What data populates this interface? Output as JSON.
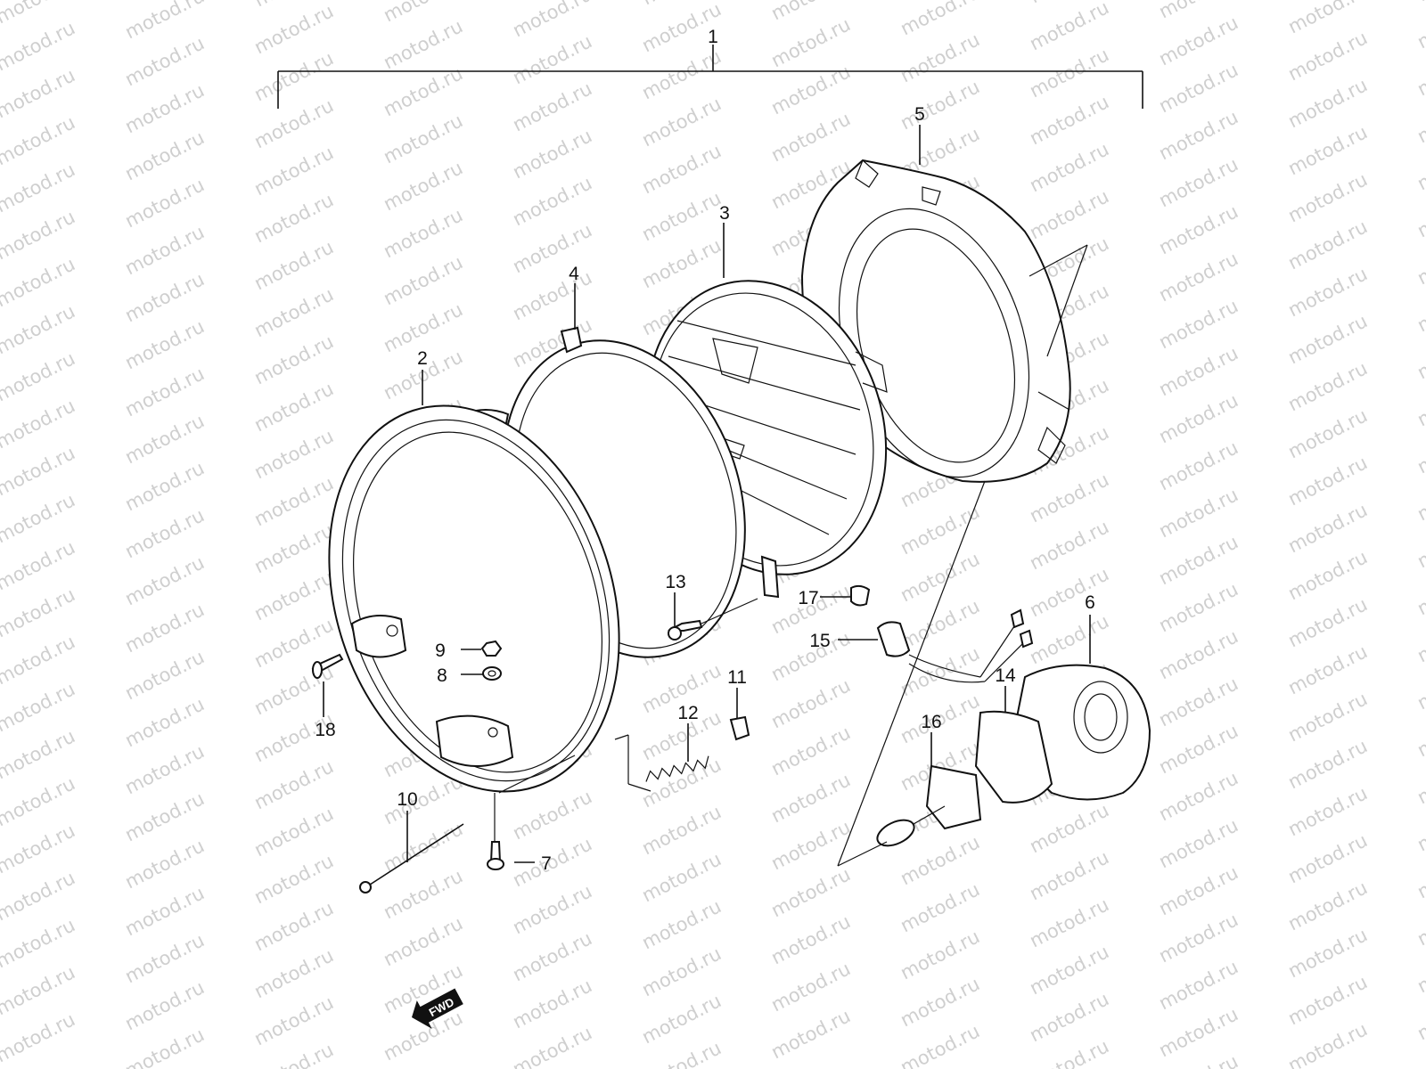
{
  "watermark": {
    "text": "motod.ru"
  },
  "callouts": [
    {
      "id": "1",
      "label": "1"
    },
    {
      "id": "2",
      "label": "2"
    },
    {
      "id": "3",
      "label": "3"
    },
    {
      "id": "4",
      "label": "4"
    },
    {
      "id": "5",
      "label": "5"
    },
    {
      "id": "6",
      "label": "6"
    },
    {
      "id": "7",
      "label": "7"
    },
    {
      "id": "8",
      "label": "8"
    },
    {
      "id": "9",
      "label": "9"
    },
    {
      "id": "10",
      "label": "10"
    },
    {
      "id": "11",
      "label": "11"
    },
    {
      "id": "12",
      "label": "12"
    },
    {
      "id": "13",
      "label": "13"
    },
    {
      "id": "14",
      "label": "14"
    },
    {
      "id": "15",
      "label": "15"
    },
    {
      "id": "16",
      "label": "16"
    },
    {
      "id": "17",
      "label": "17"
    },
    {
      "id": "18",
      "label": "18"
    }
  ],
  "direction_badge": {
    "text": "FWD"
  }
}
